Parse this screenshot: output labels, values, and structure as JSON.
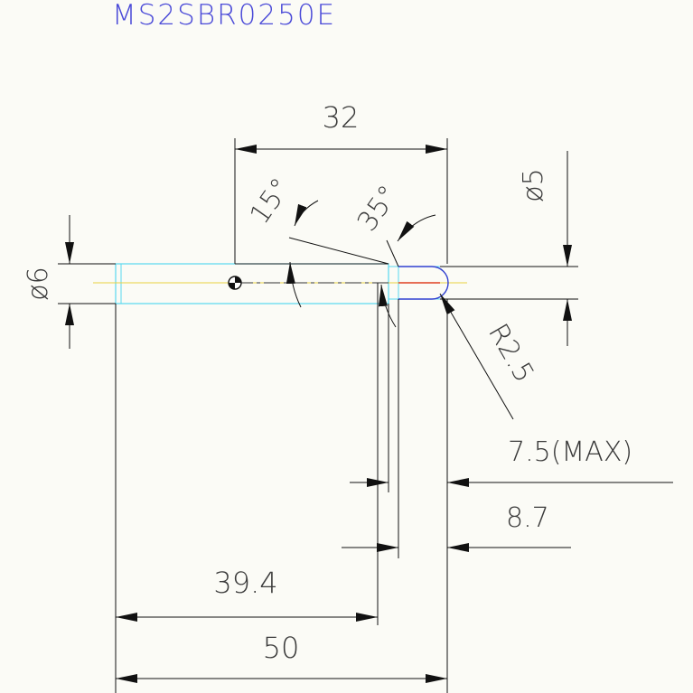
{
  "part_number": "MS2SBR0250E",
  "dimensions": {
    "length_32": "32",
    "diameter_5": "ø5",
    "diameter_6": "ø6",
    "angle_15": "15°",
    "angle_35": "35°",
    "radius": "R2.5",
    "neck_max": "7.5(MAX)",
    "length_8_7": "8.7",
    "length_39_4": "39.4",
    "overall_50": "50"
  },
  "colors": {
    "background": "#fbfbf6",
    "dimension_line": "#111111",
    "text": "#3a3a3a",
    "title": "#4b4bd8",
    "shank_outline": "#58d8f0",
    "center_line": "#e8d040",
    "cutting_edge": "#e04020",
    "ball_nose": "#3040d0"
  }
}
